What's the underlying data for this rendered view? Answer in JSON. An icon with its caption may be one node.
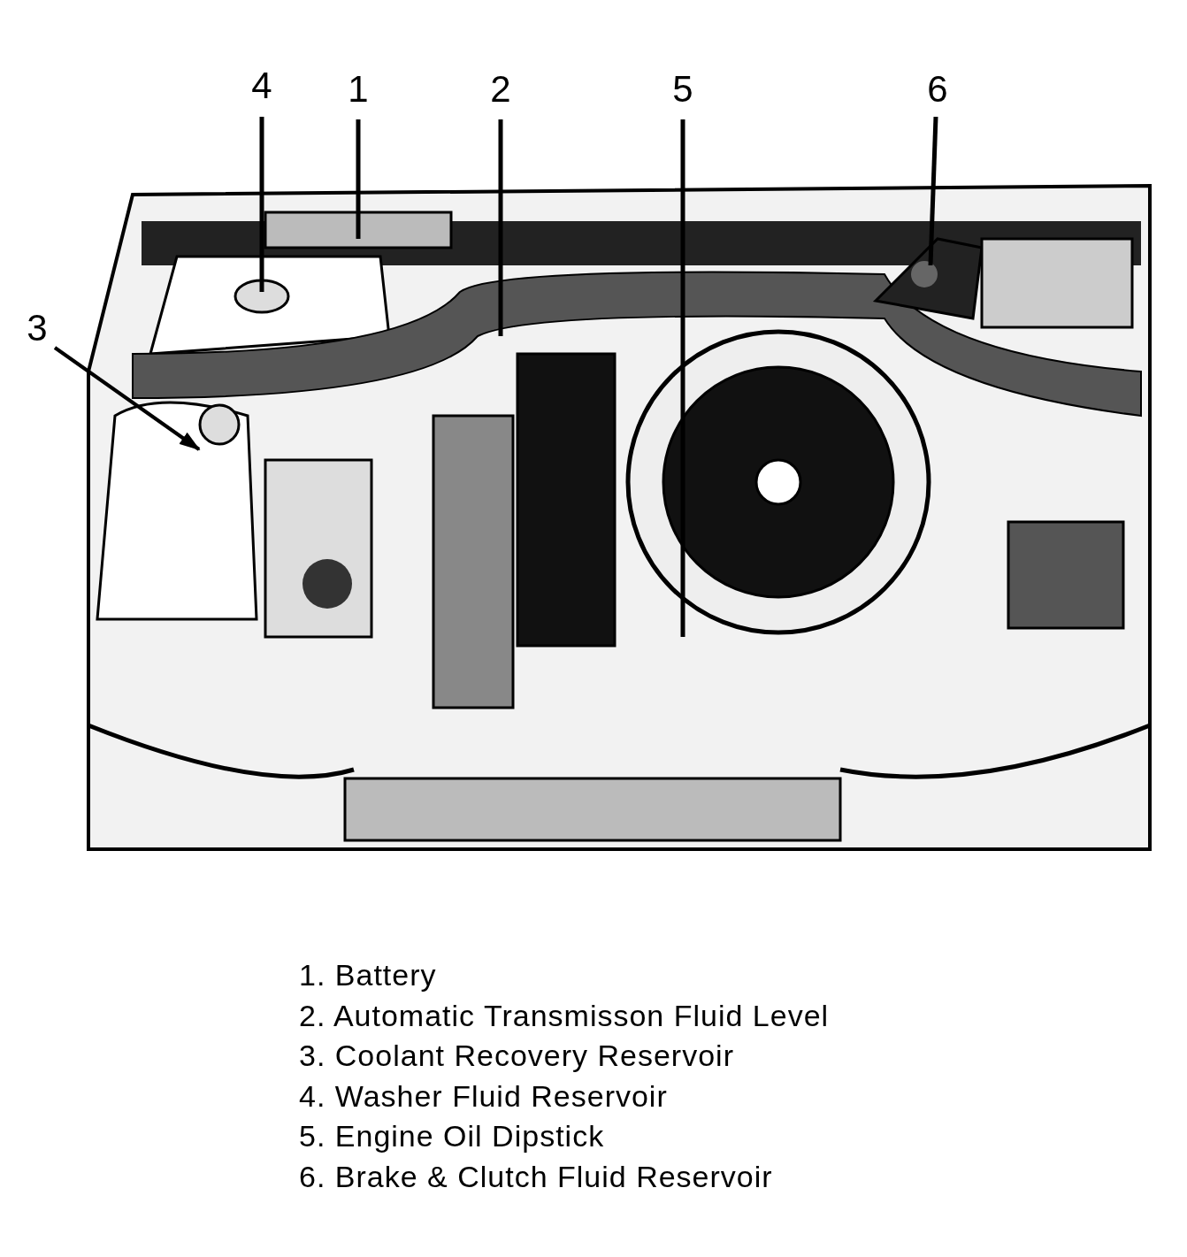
{
  "diagram": {
    "nodes": [
      {
        "text": [
          "4"
        ]
      },
      {
        "text": [
          "1"
        ]
      },
      {
        "text": [
          "2"
        ]
      },
      {
        "text": [
          "5"
        ]
      },
      {
        "text": [
          "6"
        ]
      },
      {
        "text": [
          "3"
        ]
      }
    ],
    "edges": [
      {
        "from": 0,
        "to": null,
        "arrow": "none"
      },
      {
        "from": 1,
        "to": null,
        "arrow": "none"
      },
      {
        "from": 2,
        "to": null,
        "arrow": "none"
      },
      {
        "from": 3,
        "to": null,
        "arrow": "none"
      },
      {
        "from": 4,
        "to": null,
        "arrow": "none"
      },
      {
        "from": 5,
        "to": null,
        "arrow": "to"
      }
    ],
    "labels": [
      "1. Battery",
      "2. Automatic Transmisson Fluid Level",
      "3. Coolant Recovery Reservoir",
      "4. Washer Fluid Reservoir",
      "5. Engine Oil Dipstick",
      "6. Brake & Clutch Fluid Reservoir"
    ]
  }
}
